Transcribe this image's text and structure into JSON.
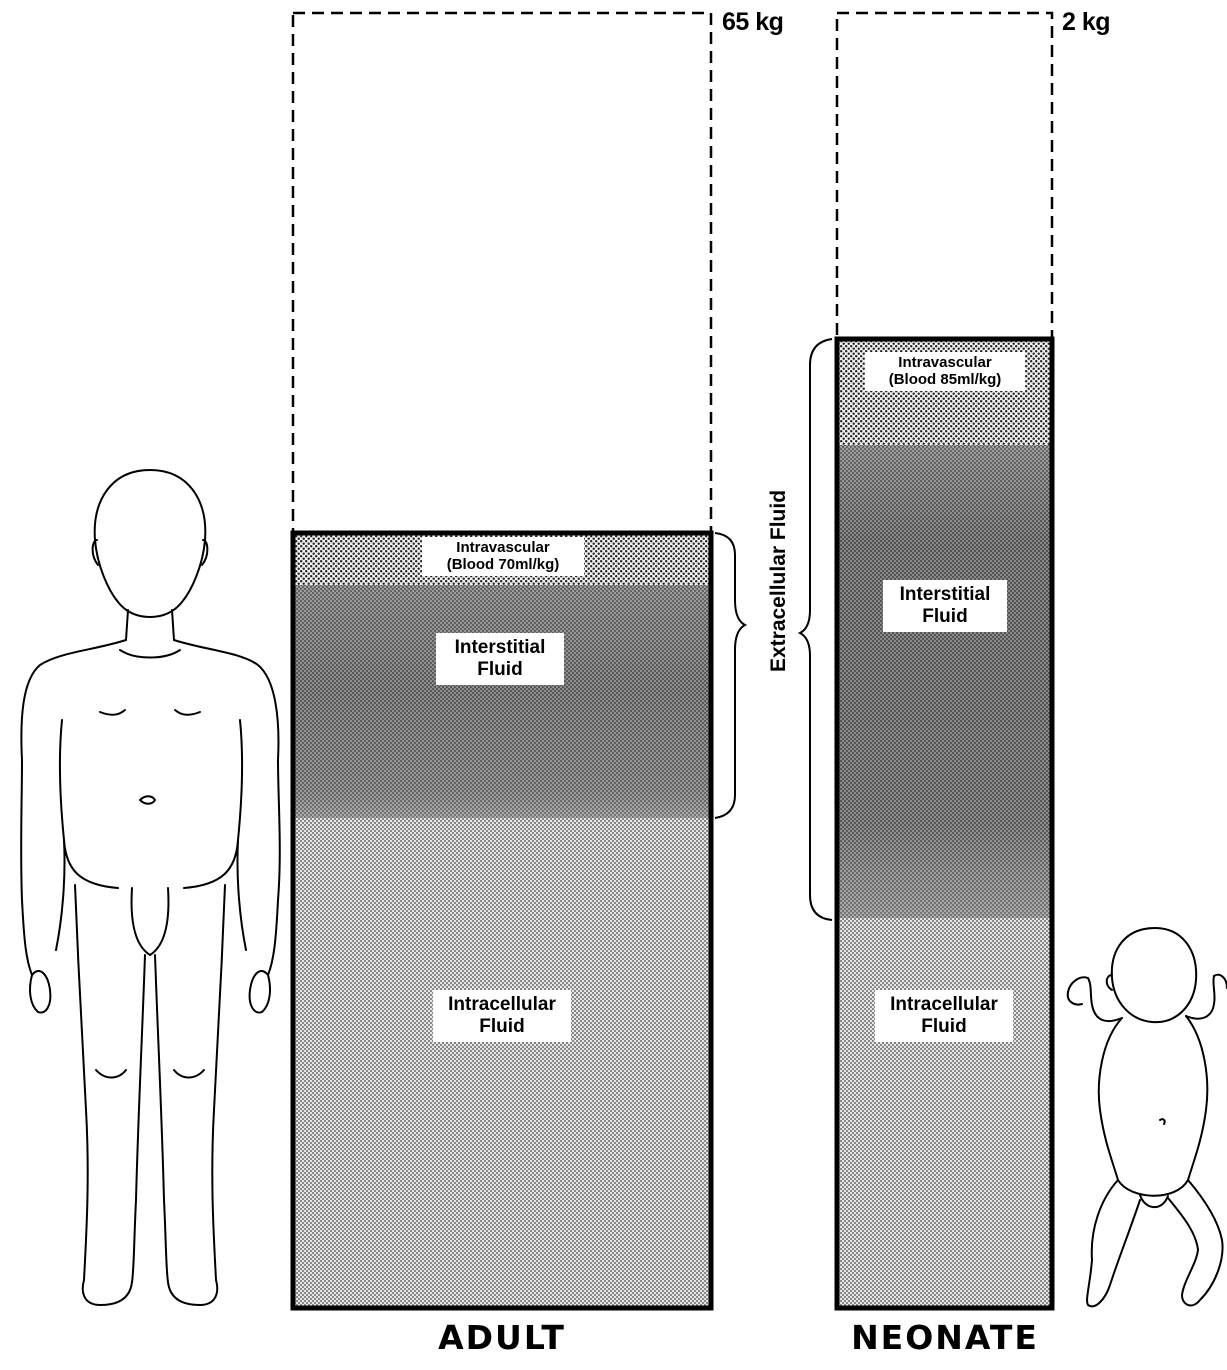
{
  "adult": {
    "weight": "65 kg",
    "caption": "ADULT",
    "intravascular_line1": "Intravascular",
    "intravascular_line2": "(Blood 70ml/kg)",
    "interstitial_line1": "Interstitial",
    "interstitial_line2": "Fluid",
    "intracellular_line1": "Intracellular",
    "intracellular_line2": "Fluid"
  },
  "neonate": {
    "weight": "2 kg",
    "caption": "NEONATE",
    "intravascular_line1": "Intravascular",
    "intravascular_line2": "(Blood 85ml/kg)",
    "interstitial_line1": "Interstitial",
    "interstitial_line2": "Fluid",
    "intracellular_line1": "Intracellular",
    "intracellular_line2": "Fluid"
  },
  "extracellular_label": "Extracellular Fluid",
  "colors": {
    "outline": "#000000",
    "interstitial_shade": "#7a7a7a",
    "intracellular_shade": "#b8b8b8",
    "intravascular_shade": "#9a9a9a"
  },
  "icons": [
    "adult-figure-icon",
    "neonate-figure-icon"
  ]
}
